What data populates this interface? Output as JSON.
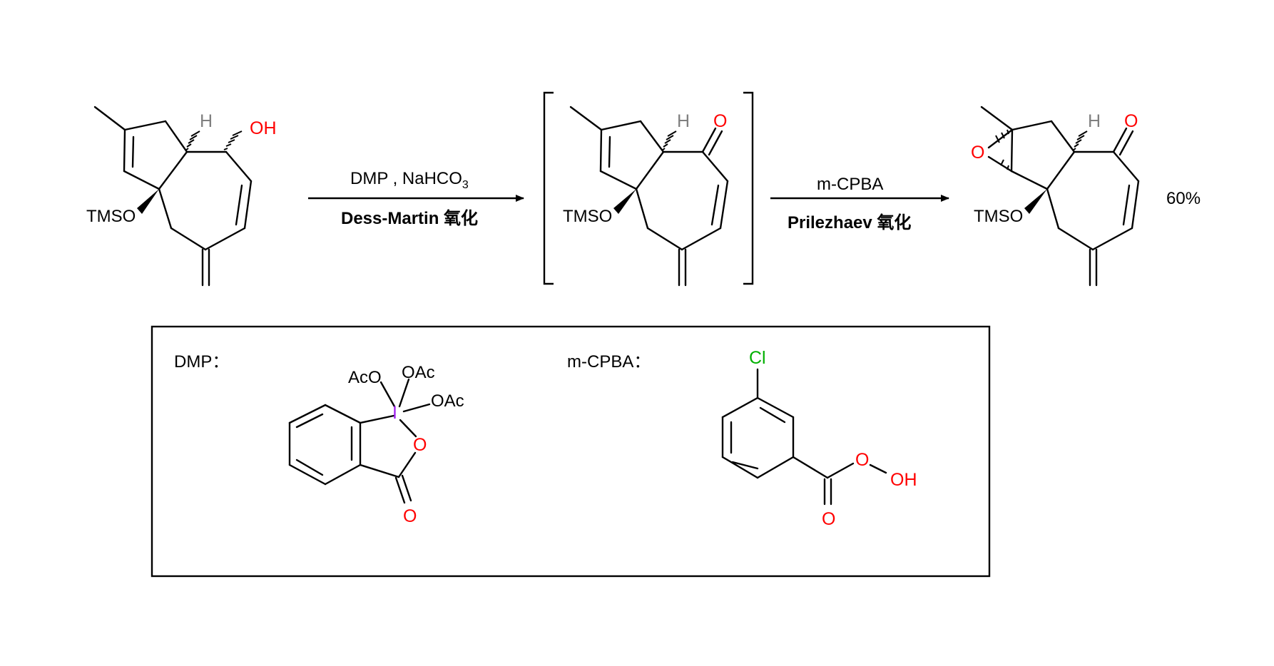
{
  "colors": {
    "bond": "#000000",
    "oxygen": "#ff0000",
    "hydrogen": "#808080",
    "chlorine": "#00b000",
    "iodine": "#a020f0"
  },
  "atoms": {
    "oh": "OH",
    "h": "H",
    "o": "O",
    "tmso": "TMSO",
    "aco": "AcO",
    "oac": "OAc",
    "i": "I",
    "cl": "Cl"
  },
  "step1": {
    "reagent_main": "DMP , NaHCO",
    "reagent_sub": "3",
    "name": "Dess-Martin 氧化"
  },
  "step2": {
    "reagent": "m-CPBA",
    "name": "Prilezhaev 氧化"
  },
  "yield": "60%",
  "legend": {
    "dmp_label": "DMP：",
    "mcpba_label": "m-CPBA："
  }
}
